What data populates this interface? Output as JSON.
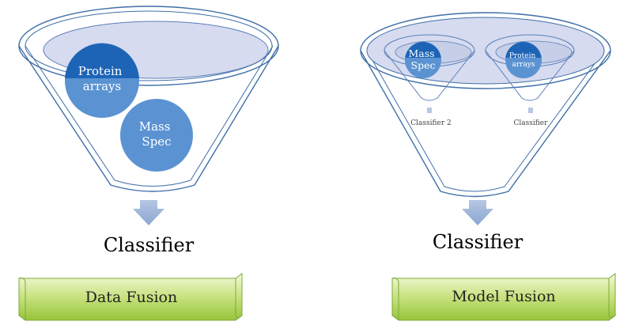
{
  "left": {
    "bubble_protein": "Protein arrays",
    "bubble_mass": "Mass Spec",
    "output_label": "Classifier",
    "banner_label": "Data Fusion"
  },
  "right": {
    "inner_left_label": "Mass Spec",
    "inner_right_label": "Protein arrays",
    "inner_left_output": "Classifier 2",
    "inner_right_output": "Classifier",
    "output_label": "Classifier",
    "banner_label": "Model Fusion"
  },
  "colors": {
    "funnel_stroke": "#3f6fa8",
    "ellipse_fill": "#d6dbef",
    "bubble_dark": "#1d64b6",
    "bubble_mid": "#5b93d2",
    "arrow": "#9fb6d8",
    "banner_light": "#eef6cf",
    "banner_dark": "#9bc63a"
  }
}
